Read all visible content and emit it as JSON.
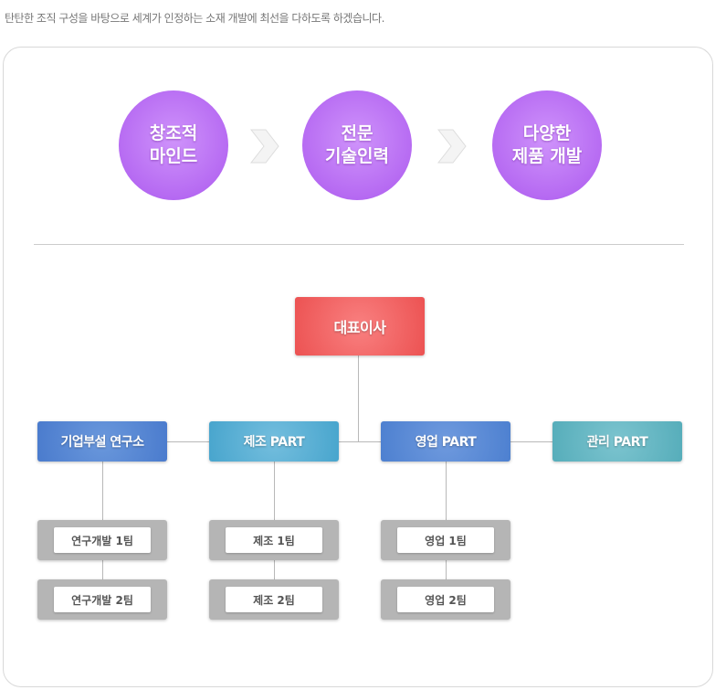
{
  "intro": "탄탄한 조직 구성을 바탕으로 세계가 인정하는 소재 개발에 최선을 다하도록 하겠습니다.",
  "values": [
    {
      "line1": "창조적",
      "line2": "마인드"
    },
    {
      "line1": "전문",
      "line2": "기술인력"
    },
    {
      "line1": "다양한",
      "line2": "제품 개발"
    }
  ],
  "ceo": "대표이사",
  "departments": [
    "기업부설 연구소",
    "제조 PART",
    "영업 PART",
    "관리 PART"
  ],
  "teams": {
    "rnd": [
      "연구개발 1팀",
      "연구개발 2팀"
    ],
    "mfg": [
      "제조 1팀",
      "제조 2팀"
    ],
    "sales": [
      "영업 1팀",
      "영업 2팀"
    ]
  },
  "colors": {
    "purple": "#b66af2",
    "ceo": "#ef5b5b",
    "dept_blue": "#4d80d0",
    "dept_cyan": "#4ba9cf",
    "dept_teal": "#5bb1bd",
    "team_gray": "#b5b5b5"
  }
}
